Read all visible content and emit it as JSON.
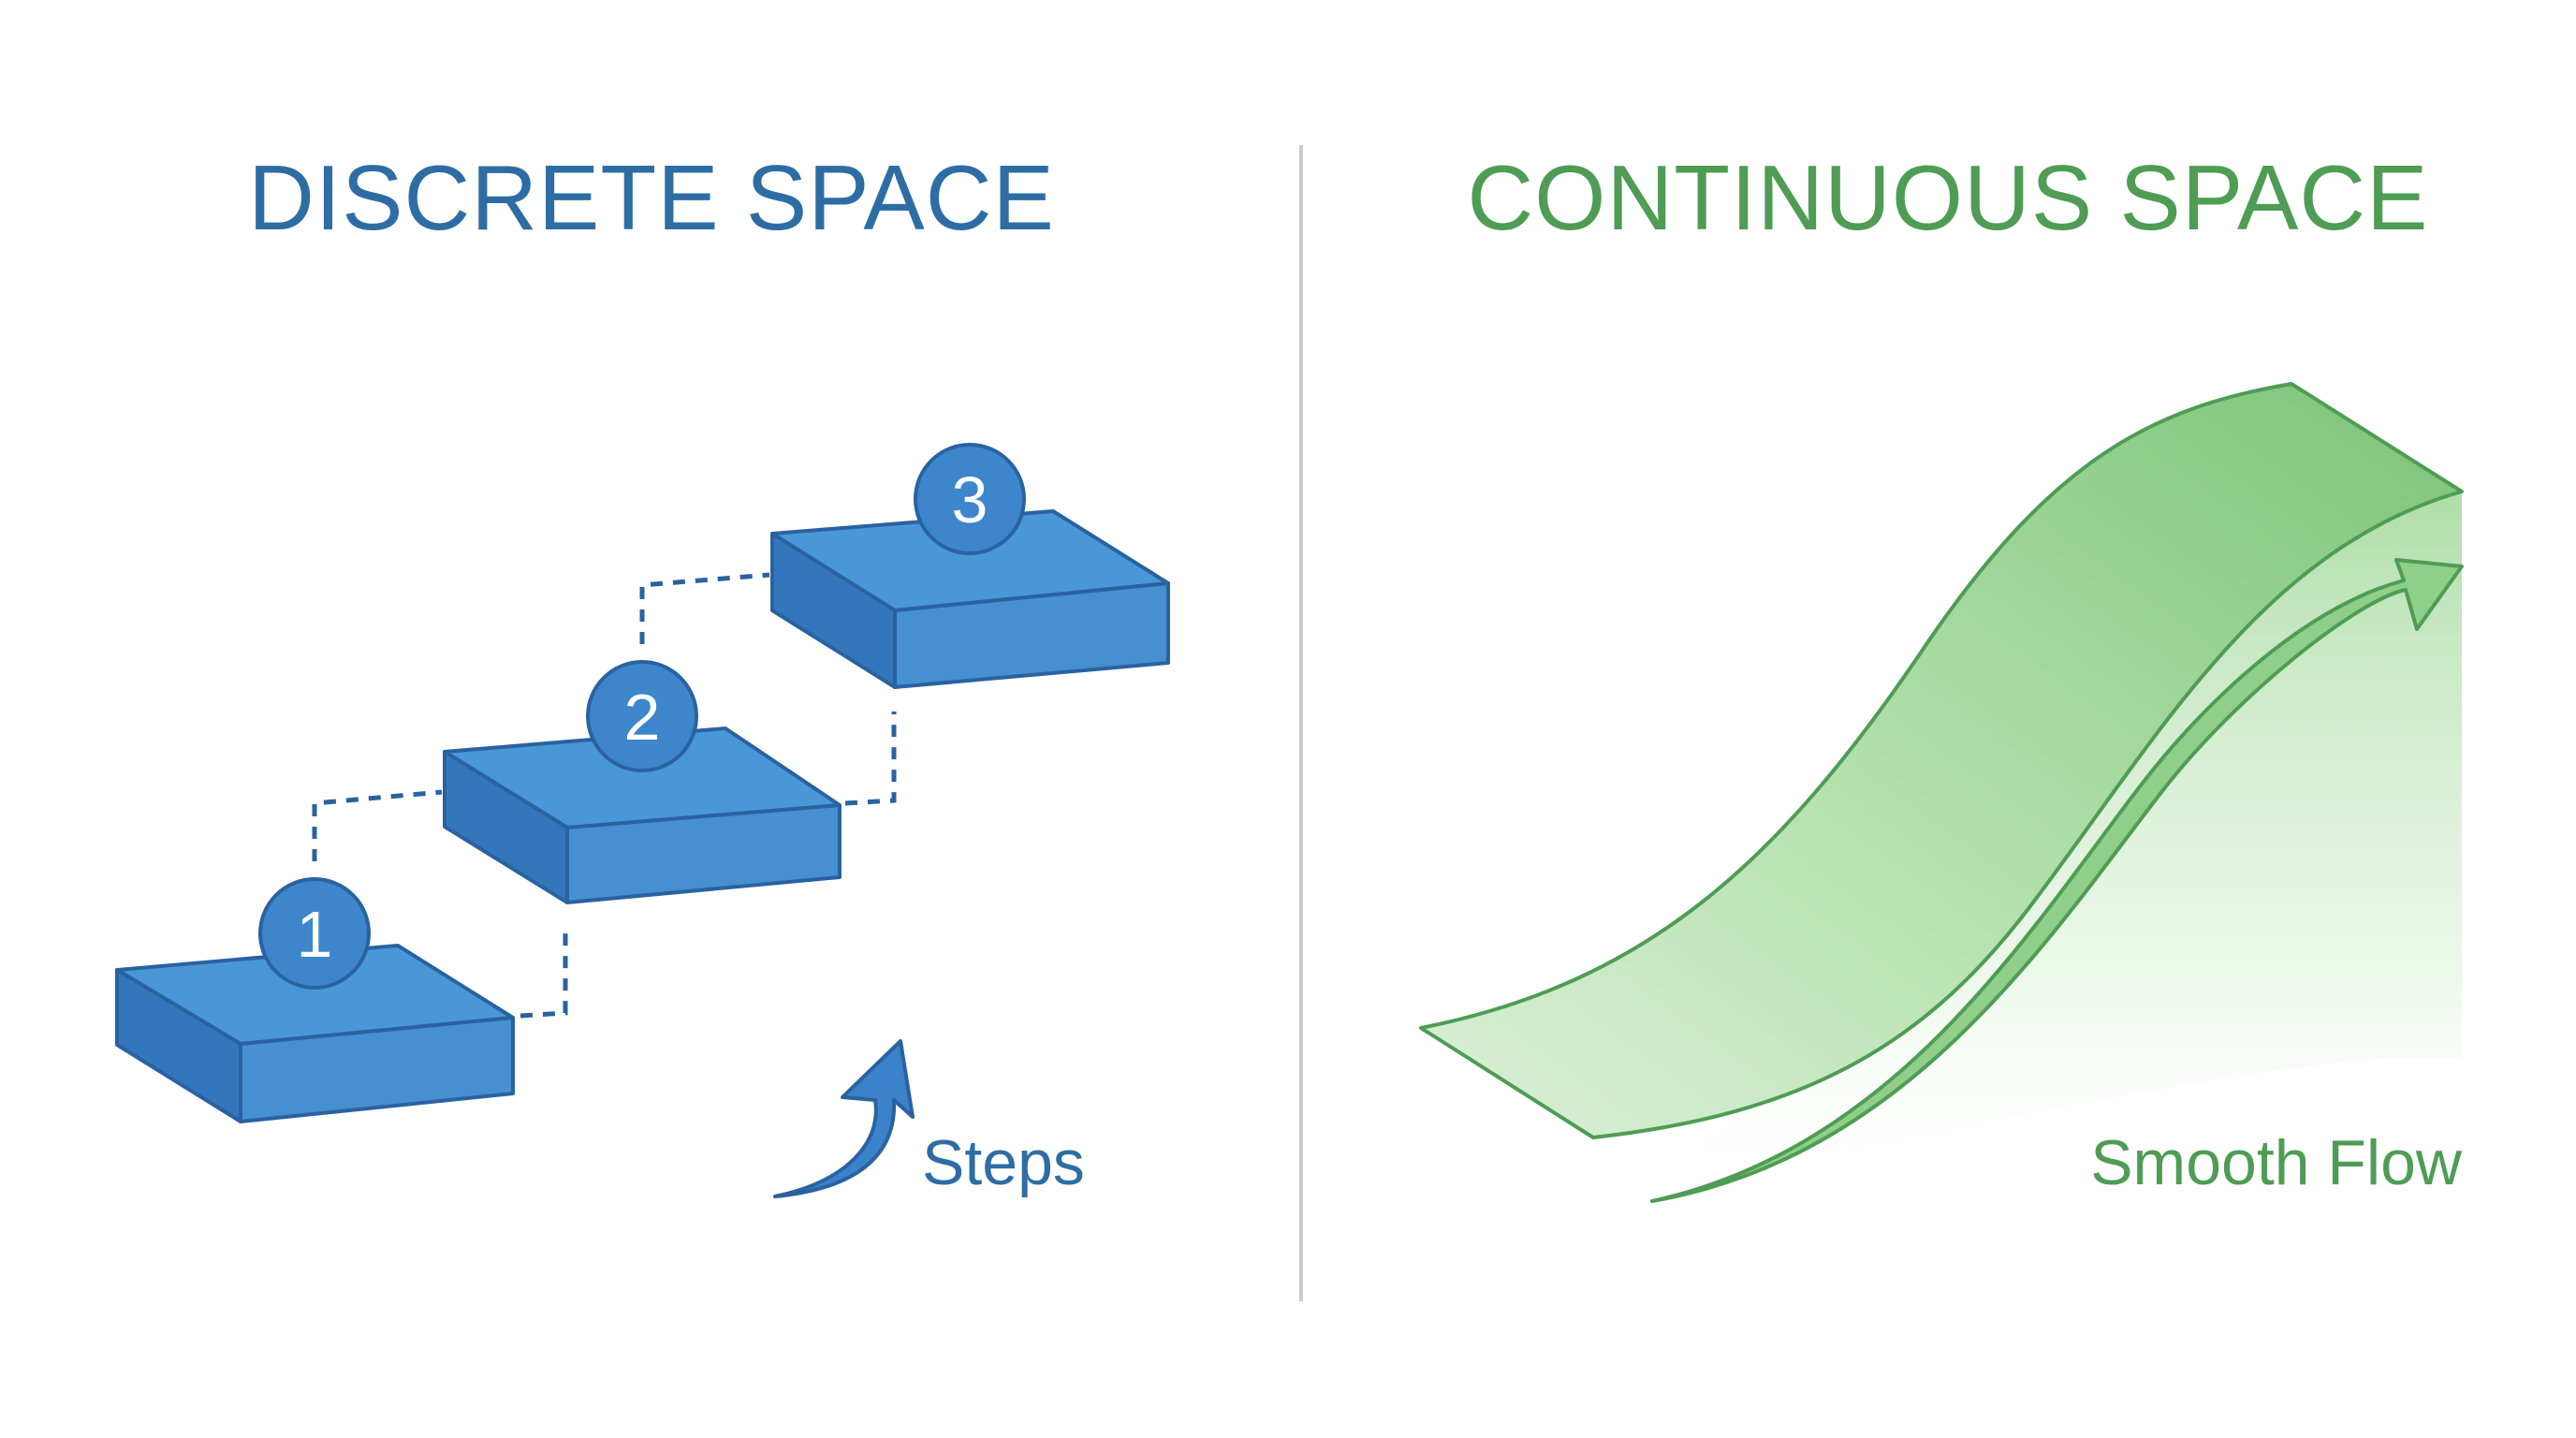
{
  "colors": {
    "discrete_accent": "#2e6da4",
    "block_top": "#4a97d8",
    "block_front": "#468fd0",
    "block_side": "#3476bb",
    "block_stroke": "#2a62a0",
    "continuous_accent": "#4f9c55",
    "ribbon_fill": "#8fcf89",
    "divider": "#cccccc"
  },
  "discrete": {
    "title": "DISCRETE SPACE",
    "label": "Steps",
    "steps": [
      {
        "number": "1"
      },
      {
        "number": "2"
      },
      {
        "number": "3"
      }
    ]
  },
  "continuous": {
    "title": "CONTINUOUS SPACE",
    "label": "Smooth Flow"
  }
}
